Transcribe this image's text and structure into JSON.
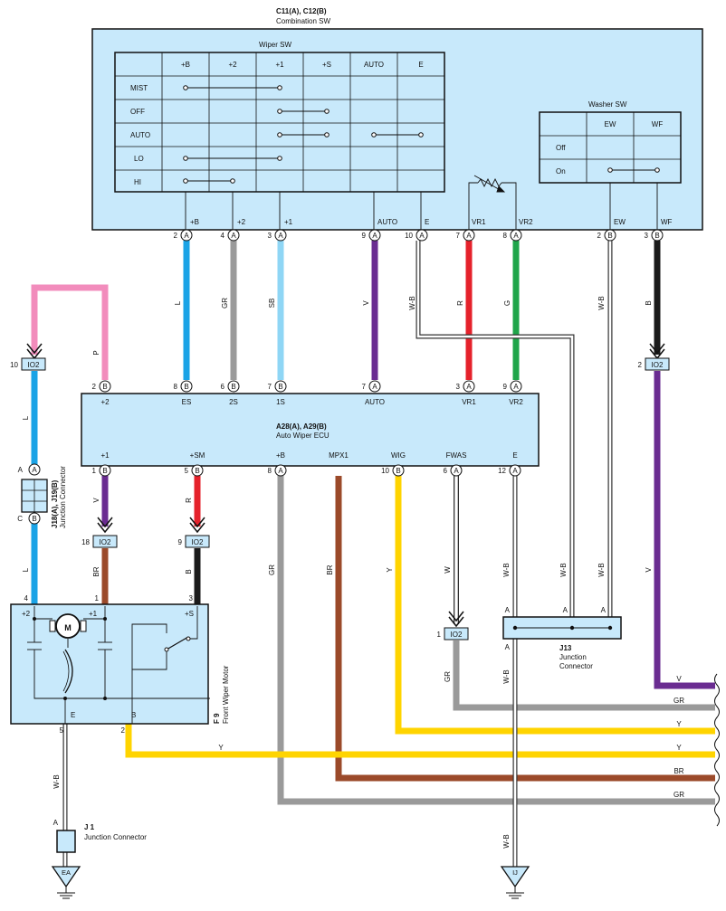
{
  "combo_sw": {
    "code": "C11(A), C12(B)",
    "name": "Combination SW"
  },
  "wiper_sw": {
    "title": "Wiper SW",
    "columns": [
      "+B",
      "+2",
      "+1",
      "+S",
      "AUTO",
      "E"
    ],
    "rows": [
      "MIST",
      "OFF",
      "AUTO",
      "LO",
      "HI"
    ]
  },
  "washer_sw": {
    "title": "Washer SW",
    "columns": [
      "EW",
      "WF"
    ],
    "rows": [
      "Off",
      "On"
    ]
  },
  "combo_pins": [
    {
      "num": "2",
      "con": "A",
      "label": "+B"
    },
    {
      "num": "4",
      "con": "A",
      "label": "+2"
    },
    {
      "num": "3",
      "con": "A",
      "label": "+1"
    },
    {
      "num": "9",
      "con": "A",
      "label": "AUTO"
    },
    {
      "num": "10",
      "con": "A",
      "label": "E"
    },
    {
      "num": "7",
      "con": "A",
      "label": "VR1"
    },
    {
      "num": "8",
      "con": "A",
      "label": "VR2"
    },
    {
      "num": "2",
      "con": "B",
      "label": "EW"
    },
    {
      "num": "3",
      "con": "B",
      "label": "WF"
    }
  ],
  "ecu": {
    "code": "A28(A), A29(B)",
    "name": "Auto Wiper ECU"
  },
  "ecu_top_pins": [
    {
      "num": "2",
      "con": "B",
      "label": "+2"
    },
    {
      "num": "8",
      "con": "B",
      "label": "ES"
    },
    {
      "num": "6",
      "con": "B",
      "label": "2S"
    },
    {
      "num": "7",
      "con": "B",
      "label": "1S"
    },
    {
      "num": "7",
      "con": "A",
      "label": "AUTO"
    },
    {
      "num": "3",
      "con": "A",
      "label": "VR1"
    },
    {
      "num": "9",
      "con": "A",
      "label": "VR2"
    }
  ],
  "ecu_bottom_pins": [
    {
      "num": "1",
      "con": "B",
      "label": "+1"
    },
    {
      "num": "5",
      "con": "B",
      "label": "+SM"
    },
    {
      "num": "8",
      "con": "A",
      "label": "+B"
    },
    {
      "num": "",
      "con": "",
      "label": "MPX1"
    },
    {
      "num": "10",
      "con": "B",
      "label": "WIG"
    },
    {
      "num": "6",
      "con": "A",
      "label": "FWAS"
    },
    {
      "num": "12",
      "con": "A",
      "label": "E"
    }
  ],
  "wire_labels": [
    "L",
    "GR",
    "SB",
    "V",
    "W-B",
    "R",
    "G",
    "W-B",
    "B",
    "P",
    "L",
    "L",
    "V",
    "R",
    "BR",
    "B",
    "GR",
    "BR",
    "Y",
    "W",
    "W-B",
    "W-B",
    "W-B",
    "V",
    "GR",
    "W-B",
    "W-B",
    "Y",
    "W-B"
  ],
  "connectors": {
    "io2": "IO2",
    "io2_pins": [
      "10",
      "2",
      "18",
      "9",
      "1"
    ],
    "j18": {
      "code": "J18(A), J19(B)",
      "name": "Junction Connector",
      "pins": [
        "A",
        "A",
        "C",
        "B"
      ]
    },
    "j13": {
      "code": "J13",
      "name": "Junction",
      "name2": "Connector",
      "pins": [
        "A",
        "A",
        "A",
        "A"
      ]
    },
    "j1": {
      "code": "J 1",
      "name": "Junction Connector",
      "pin": "A"
    }
  },
  "motor": {
    "code": "F 9",
    "name": "Front Wiper Motor",
    "m": "M",
    "pin_nums": [
      "4",
      "1",
      "3",
      "5",
      "2"
    ],
    "terminals": [
      "+2",
      "+1",
      "+S",
      "E",
      "B"
    ]
  },
  "grounds": [
    "EA",
    "IJ"
  ],
  "right_wires": [
    "V",
    "GR",
    "Y",
    "Y",
    "BR",
    "GR"
  ],
  "colors": {
    "L": "#1aa3e6",
    "GR": "#9a9a9a",
    "SB": "#8fd6f5",
    "V": "#6a2c91",
    "R": "#e5222b",
    "G": "#1fa54a",
    "B": "#1b1b1b",
    "P": "#f28cbc",
    "BR": "#9b4a2a",
    "Y": "#ffd400",
    "box": "#c8e9fb"
  }
}
